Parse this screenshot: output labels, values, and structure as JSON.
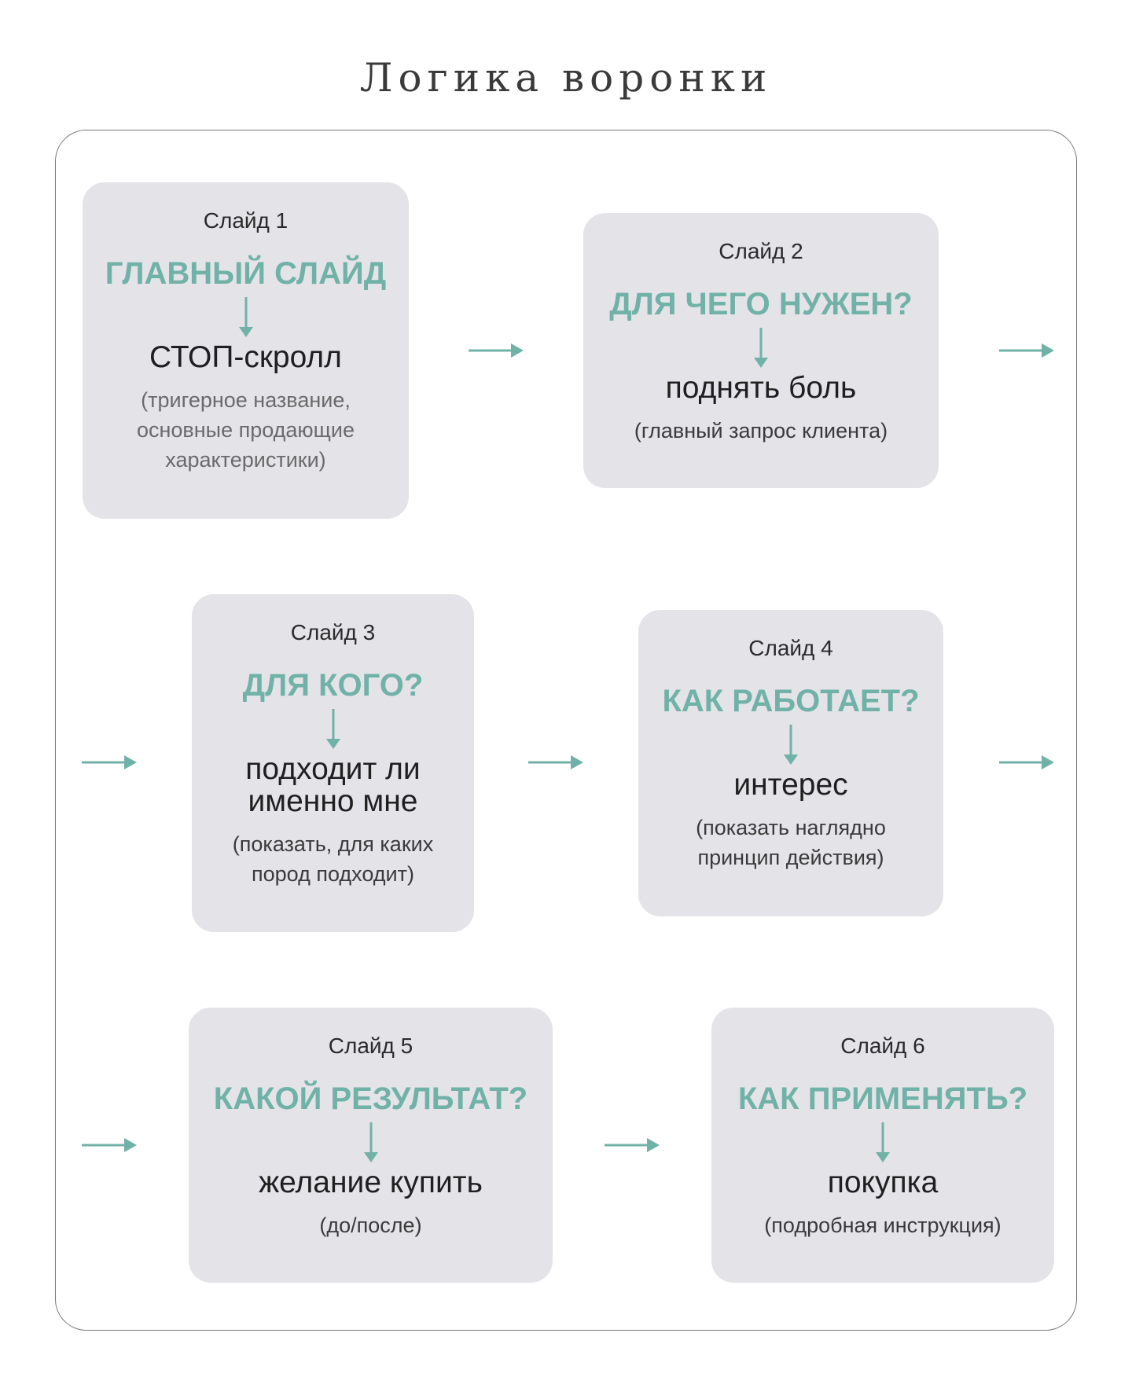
{
  "title": "Логика воронки",
  "colors": {
    "accent": "#71b2a8",
    "card": "#e4e3e8",
    "frame": "#7a7a7a"
  },
  "slides": [
    {
      "number": "Слайд 1",
      "question": "ГЛАВНЫЙ СЛАЙД",
      "goal": "СТОП-скролл",
      "note": "(тригерное название,\nосновные продающие\nхарактеристики)"
    },
    {
      "number": "Слайд 2",
      "question": "ДЛЯ ЧЕГО НУЖЕН?",
      "goal": "поднять боль",
      "note": "(главный запрос клиента)"
    },
    {
      "number": "Слайд 3",
      "question": "ДЛЯ КОГО?",
      "goal": "подходит ли\nименно мне",
      "note": "(показать, для каких\nпород подходит)"
    },
    {
      "number": "Слайд 4",
      "question": "КАК РАБОТАЕТ?",
      "goal": "интерес",
      "note": "(показать наглядно\nпринцип действия)"
    },
    {
      "number": "Слайд 5",
      "question": "КАКОЙ РЕЗУЛЬТАТ?",
      "goal": "желание купить",
      "note": "(до/после)"
    },
    {
      "number": "Слайд 6",
      "question": "КАК ПРИМЕНЯТЬ?",
      "goal": "покупка",
      "note": "(подробная инструкция)"
    }
  ]
}
